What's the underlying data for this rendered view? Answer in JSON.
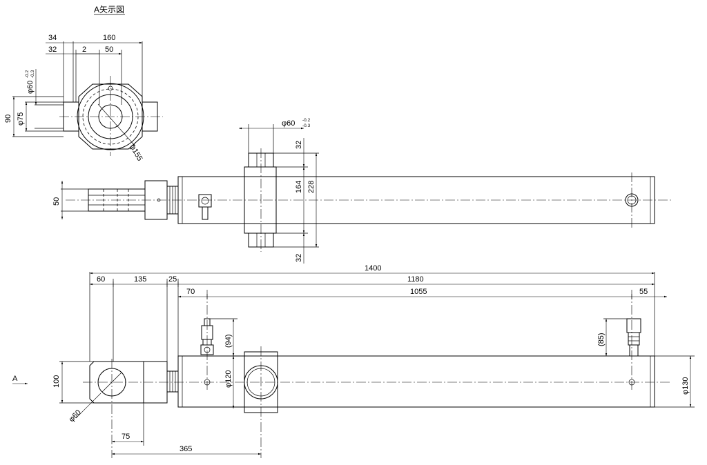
{
  "view_title": "A矢示図",
  "arrow_label": "A",
  "top_view": {
    "dims": {
      "w34": "34",
      "w160": "160",
      "w32": "32",
      "w2": "2",
      "w50": "50",
      "h90": "90",
      "d75": "φ75",
      "d60": "φ60",
      "d60_tol_upper": "-0.2",
      "d60_tol_lower": "-0.3",
      "d155": "φ155"
    }
  },
  "side_view": {
    "dims": {
      "h50": "50",
      "d60": "φ60",
      "d60_tol_upper": "-0.2",
      "d60_tol_lower": "-0.3",
      "h32_top": "32",
      "h164": "164",
      "h228": "228",
      "h32_bottom": "32"
    }
  },
  "front_view": {
    "dims": {
      "overall": "1400",
      "l60": "60",
      "l135": "135",
      "l25": "25",
      "l1180": "1180",
      "l70": "70",
      "l1055": "1055",
      "l55": "55",
      "h94": "(94)",
      "h85": "(85)",
      "d120": "φ120",
      "d130": "φ130",
      "h100": "100",
      "d60": "φ60",
      "l75": "75",
      "l365": "365"
    }
  }
}
